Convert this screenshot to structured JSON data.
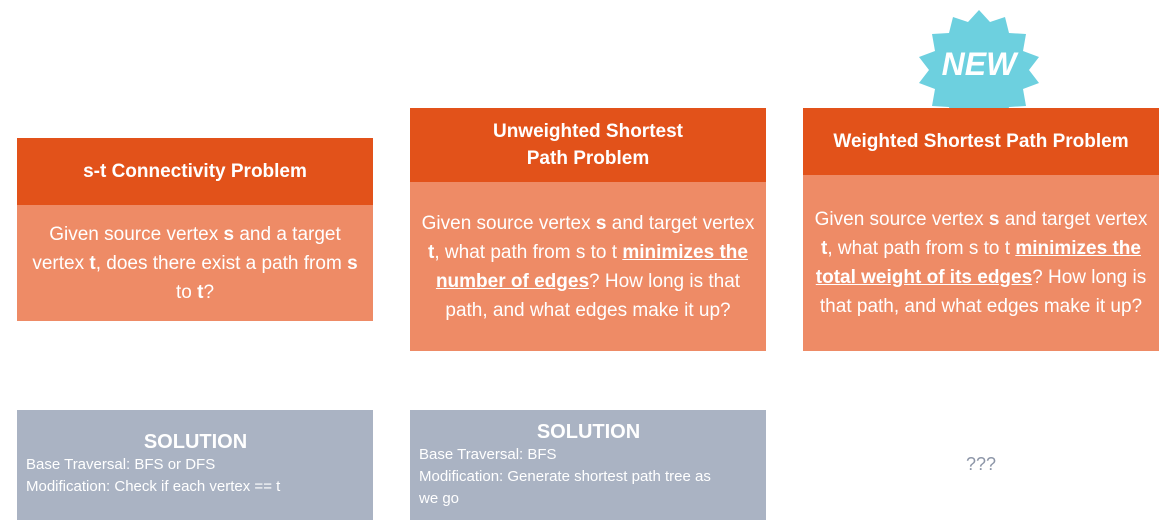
{
  "badge": {
    "label": "NEW"
  },
  "cards": [
    {
      "title": "s-t Connectivity Problem",
      "body": {
        "t1": "Given source vertex ",
        "b1": "s",
        "t2": " and a target vertex ",
        "b2": "t",
        "t3": ", does there exist a path from ",
        "b3": "s",
        "t4": " to ",
        "b4": "t",
        "t5": "?"
      }
    },
    {
      "title": "Unweighted Shortest Path Problem",
      "body": {
        "t1": "Given source vertex ",
        "b1": "s",
        "t2": " and target vertex ",
        "b2": "t",
        "t3": ", what path from s to t ",
        "u1": "minimizes the number of edges",
        "t4": "? How long is that path, and what edges make it up?"
      }
    },
    {
      "title": "Weighted Shortest Path Problem",
      "body": {
        "t1": "Given source vertex ",
        "b1": "s",
        "t2": " and target vertex ",
        "b2": "t",
        "t3": ", what path from s to t ",
        "u1": "minimizes the total weight of its edges",
        "t4": "? How long is that path, and what edges make it up?"
      }
    }
  ],
  "solutions": [
    {
      "title": "SOLUTION",
      "lines": [
        "Base Traversal: BFS or DFS",
        "Modification: Check if each vertex == t"
      ]
    },
    {
      "title": "SOLUTION",
      "lines": [
        "Base Traversal: BFS",
        "Modification: Generate shortest path tree as we go"
      ]
    }
  ],
  "unknown_solution": "???",
  "colors": {
    "header": "#e2521a",
    "body": "#ee8b66",
    "solution": "#aab3c3",
    "badge": "#6dd0df"
  }
}
